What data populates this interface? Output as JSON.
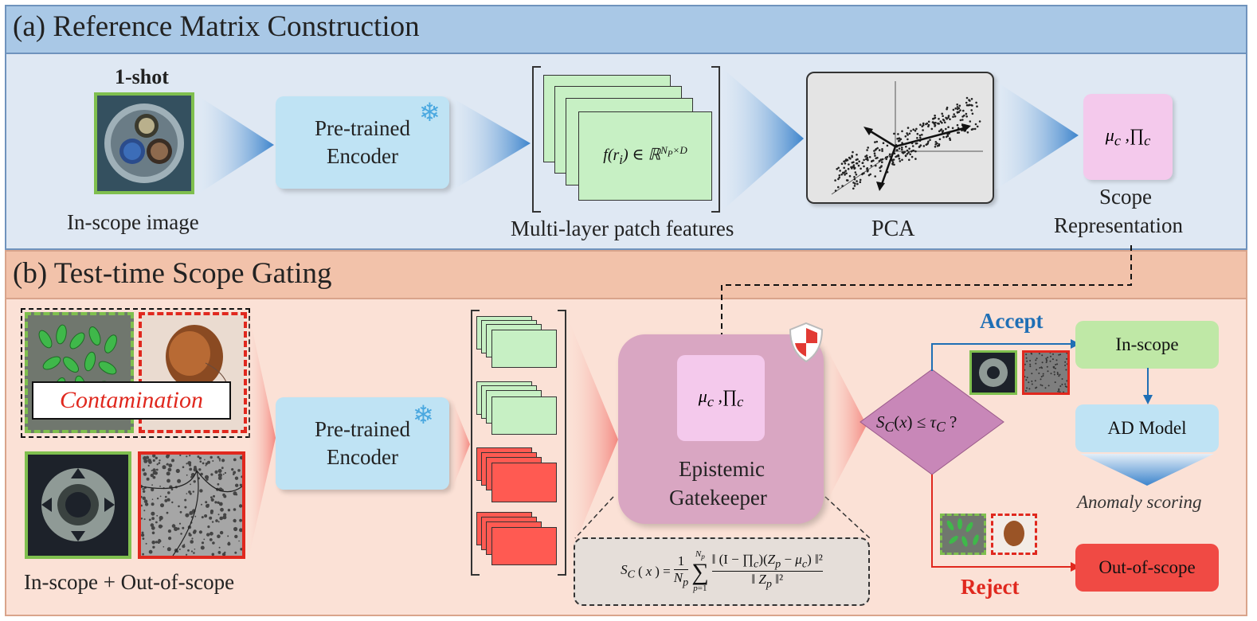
{
  "panel_a": {
    "title": "(a) Reference Matrix Construction",
    "shot_label": "1-shot",
    "image_label": "In-scope image",
    "encoder_label_line1": "Pre-trained",
    "encoder_label_line2": "Encoder",
    "feature_formula": "f(rᵢ) ∈ ℝ^(N_P×D)",
    "features_label": "Multi-layer patch features",
    "pca_label": "PCA",
    "scope_formula": "μc ,∏c",
    "scope_label_line1": "Scope",
    "scope_label_line2": "Representation"
  },
  "panel_b": {
    "title": "(b) Test-time Scope Gating",
    "contamination_label": "Contamination",
    "images_label": "In-scope + Out-of-scope",
    "encoder_label_line1": "Pre-trained",
    "encoder_label_line2": "Encoder",
    "gatekeeper_formula": "μc ,∏c",
    "gatekeeper_label_line1": "Epistemic",
    "gatekeeper_label_line2": "Gatekeeper",
    "decision_formula": "S_C(x) ≤ τ_C ?",
    "accept_label": "Accept",
    "reject_label": "Reject",
    "inscope_label": "In-scope",
    "ad_model_label": "AD Model",
    "anomaly_label": "Anomaly scoring",
    "outofscope_label": "Out-of-scope",
    "score_formula": "S_C(x) = (1/N_p) Σ_{p=1}^{N_p} ‖(I − ∏c)(Z_p − μc)‖² / ‖Z_p‖²"
  },
  "colors": {
    "panel_a_bg": "#dfe8f3",
    "panel_a_header": "#a9c8e6",
    "panel_b_bg": "#fbe1d6",
    "panel_b_header": "#f2c2aa",
    "encoder": "#bfe3f4",
    "feature_green": "#c7f0c4",
    "feature_red": "#ff5a52",
    "scope_pink": "#f4c9ec",
    "gatekeeper": "#d7a4c0",
    "accept_blue": "#1f6fb5",
    "reject_red": "#e0281e",
    "inscope_green": "#bfe8a6",
    "outofscope_red": "#f04a44"
  }
}
